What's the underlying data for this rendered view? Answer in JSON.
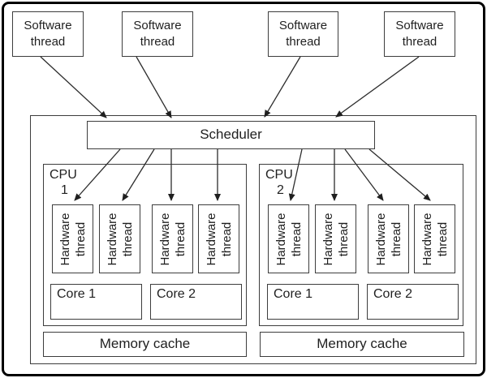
{
  "software_threads": [
    {
      "label": "Software thread"
    },
    {
      "label": "Software thread"
    },
    {
      "label": "Software thread"
    },
    {
      "label": "Software thread"
    }
  ],
  "scheduler": {
    "label": "Scheduler"
  },
  "cpus": [
    {
      "name": "CPU",
      "number": "1",
      "hardware_threads": [
        {
          "label": "Hardware thread"
        },
        {
          "label": "Hardware thread"
        },
        {
          "label": "Hardware thread"
        },
        {
          "label": "Hardware thread"
        }
      ],
      "cores": [
        {
          "label": "Core 1"
        },
        {
          "label": "Core 2"
        }
      ],
      "memory_cache": {
        "label": "Memory cache"
      }
    },
    {
      "name": "CPU",
      "number": "2",
      "hardware_threads": [
        {
          "label": "Hardware thread"
        },
        {
          "label": "Hardware thread"
        },
        {
          "label": "Hardware thread"
        },
        {
          "label": "Hardware thread"
        }
      ],
      "cores": [
        {
          "label": "Core 1"
        },
        {
          "label": "Core 2"
        }
      ],
      "memory_cache": {
        "label": "Memory cache"
      }
    }
  ],
  "colors": {
    "background": "#ffffff",
    "frame": "#000000",
    "box_border": "#3d3d3d",
    "line": "#2d2d2d",
    "text": "#1f1f1f"
  }
}
